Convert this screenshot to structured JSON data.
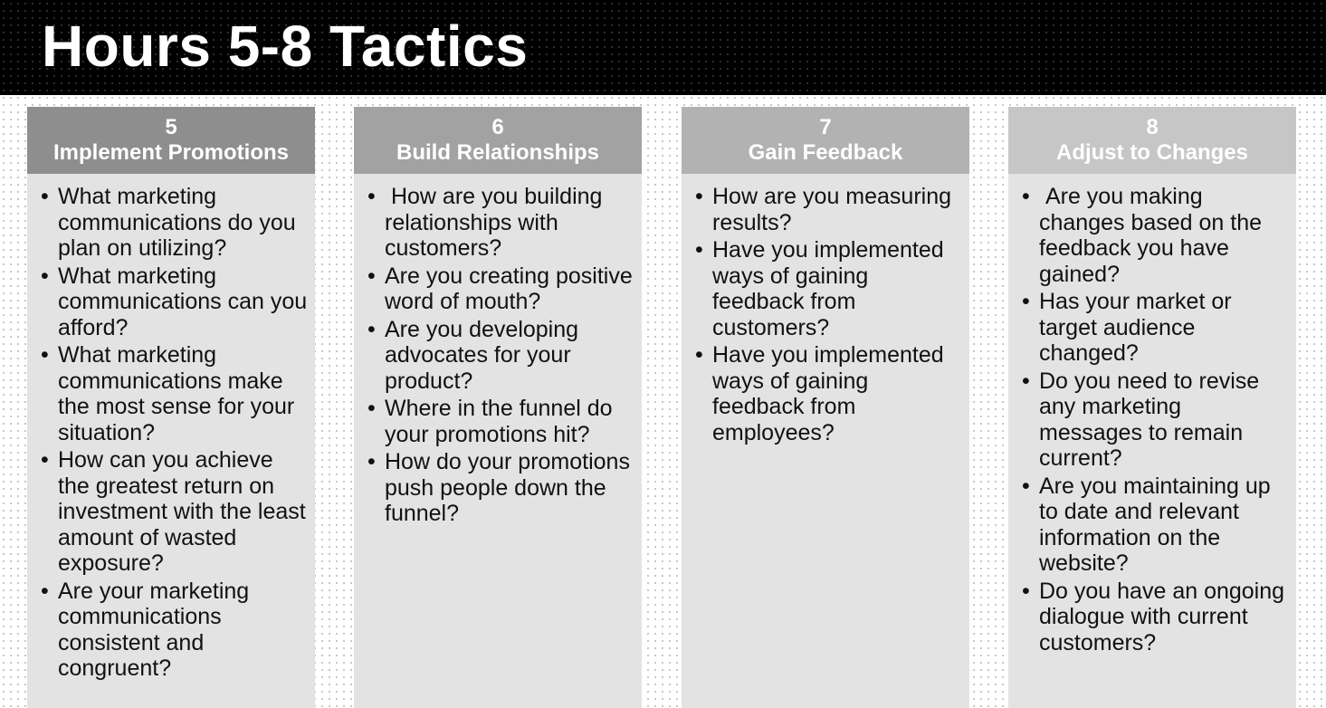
{
  "slide": {
    "title": "Hours 5-8 Tactics"
  },
  "colors": {
    "title_bar": "#000000",
    "title_text": "#ffffff",
    "column_body": "#e3e3e3",
    "header_5": "#8e8e8e",
    "header_6": "#a2a2a2",
    "header_7": "#b2b2b2",
    "header_8": "#c6c6c6"
  },
  "columns": [
    {
      "number": "5",
      "name": "Implement Promotions",
      "header_color": "#8e8e8e",
      "items": [
        "What marketing communications do you plan on utilizing?",
        "What marketing communications can you afford?",
        "What marketing communications make the most sense for your situation?",
        "How can you achieve the greatest return on investment with the least amount of wasted exposure?",
        "Are your marketing communications consistent and congruent?"
      ]
    },
    {
      "number": "6",
      "name": "Build Relationships",
      "header_color": "#a2a2a2",
      "items": [
        " How are you building relationships with customers?",
        "Are you creating positive word of mouth?",
        "Are you developing advocates for your product?",
        "Where in the funnel do your promotions hit?",
        "How do your promotions push people down the funnel?"
      ]
    },
    {
      "number": "7",
      "name": "Gain Feedback",
      "header_color": "#b2b2b2",
      "items": [
        "How are you measuring results?",
        "Have you implemented ways of gaining feedback from customers?",
        "Have you implemented ways of gaining feedback from employees?"
      ]
    },
    {
      "number": "8",
      "name": "Adjust to Changes",
      "header_color": "#c6c6c6",
      "items": [
        " Are you making changes based on the feedback you have gained?",
        "Has your market or target audience changed?",
        "Do you need to revise any marketing messages to remain current?",
        "Are you maintaining up to date and relevant information on the website?",
        "Do you have an ongoing dialogue with current customers?"
      ]
    }
  ]
}
